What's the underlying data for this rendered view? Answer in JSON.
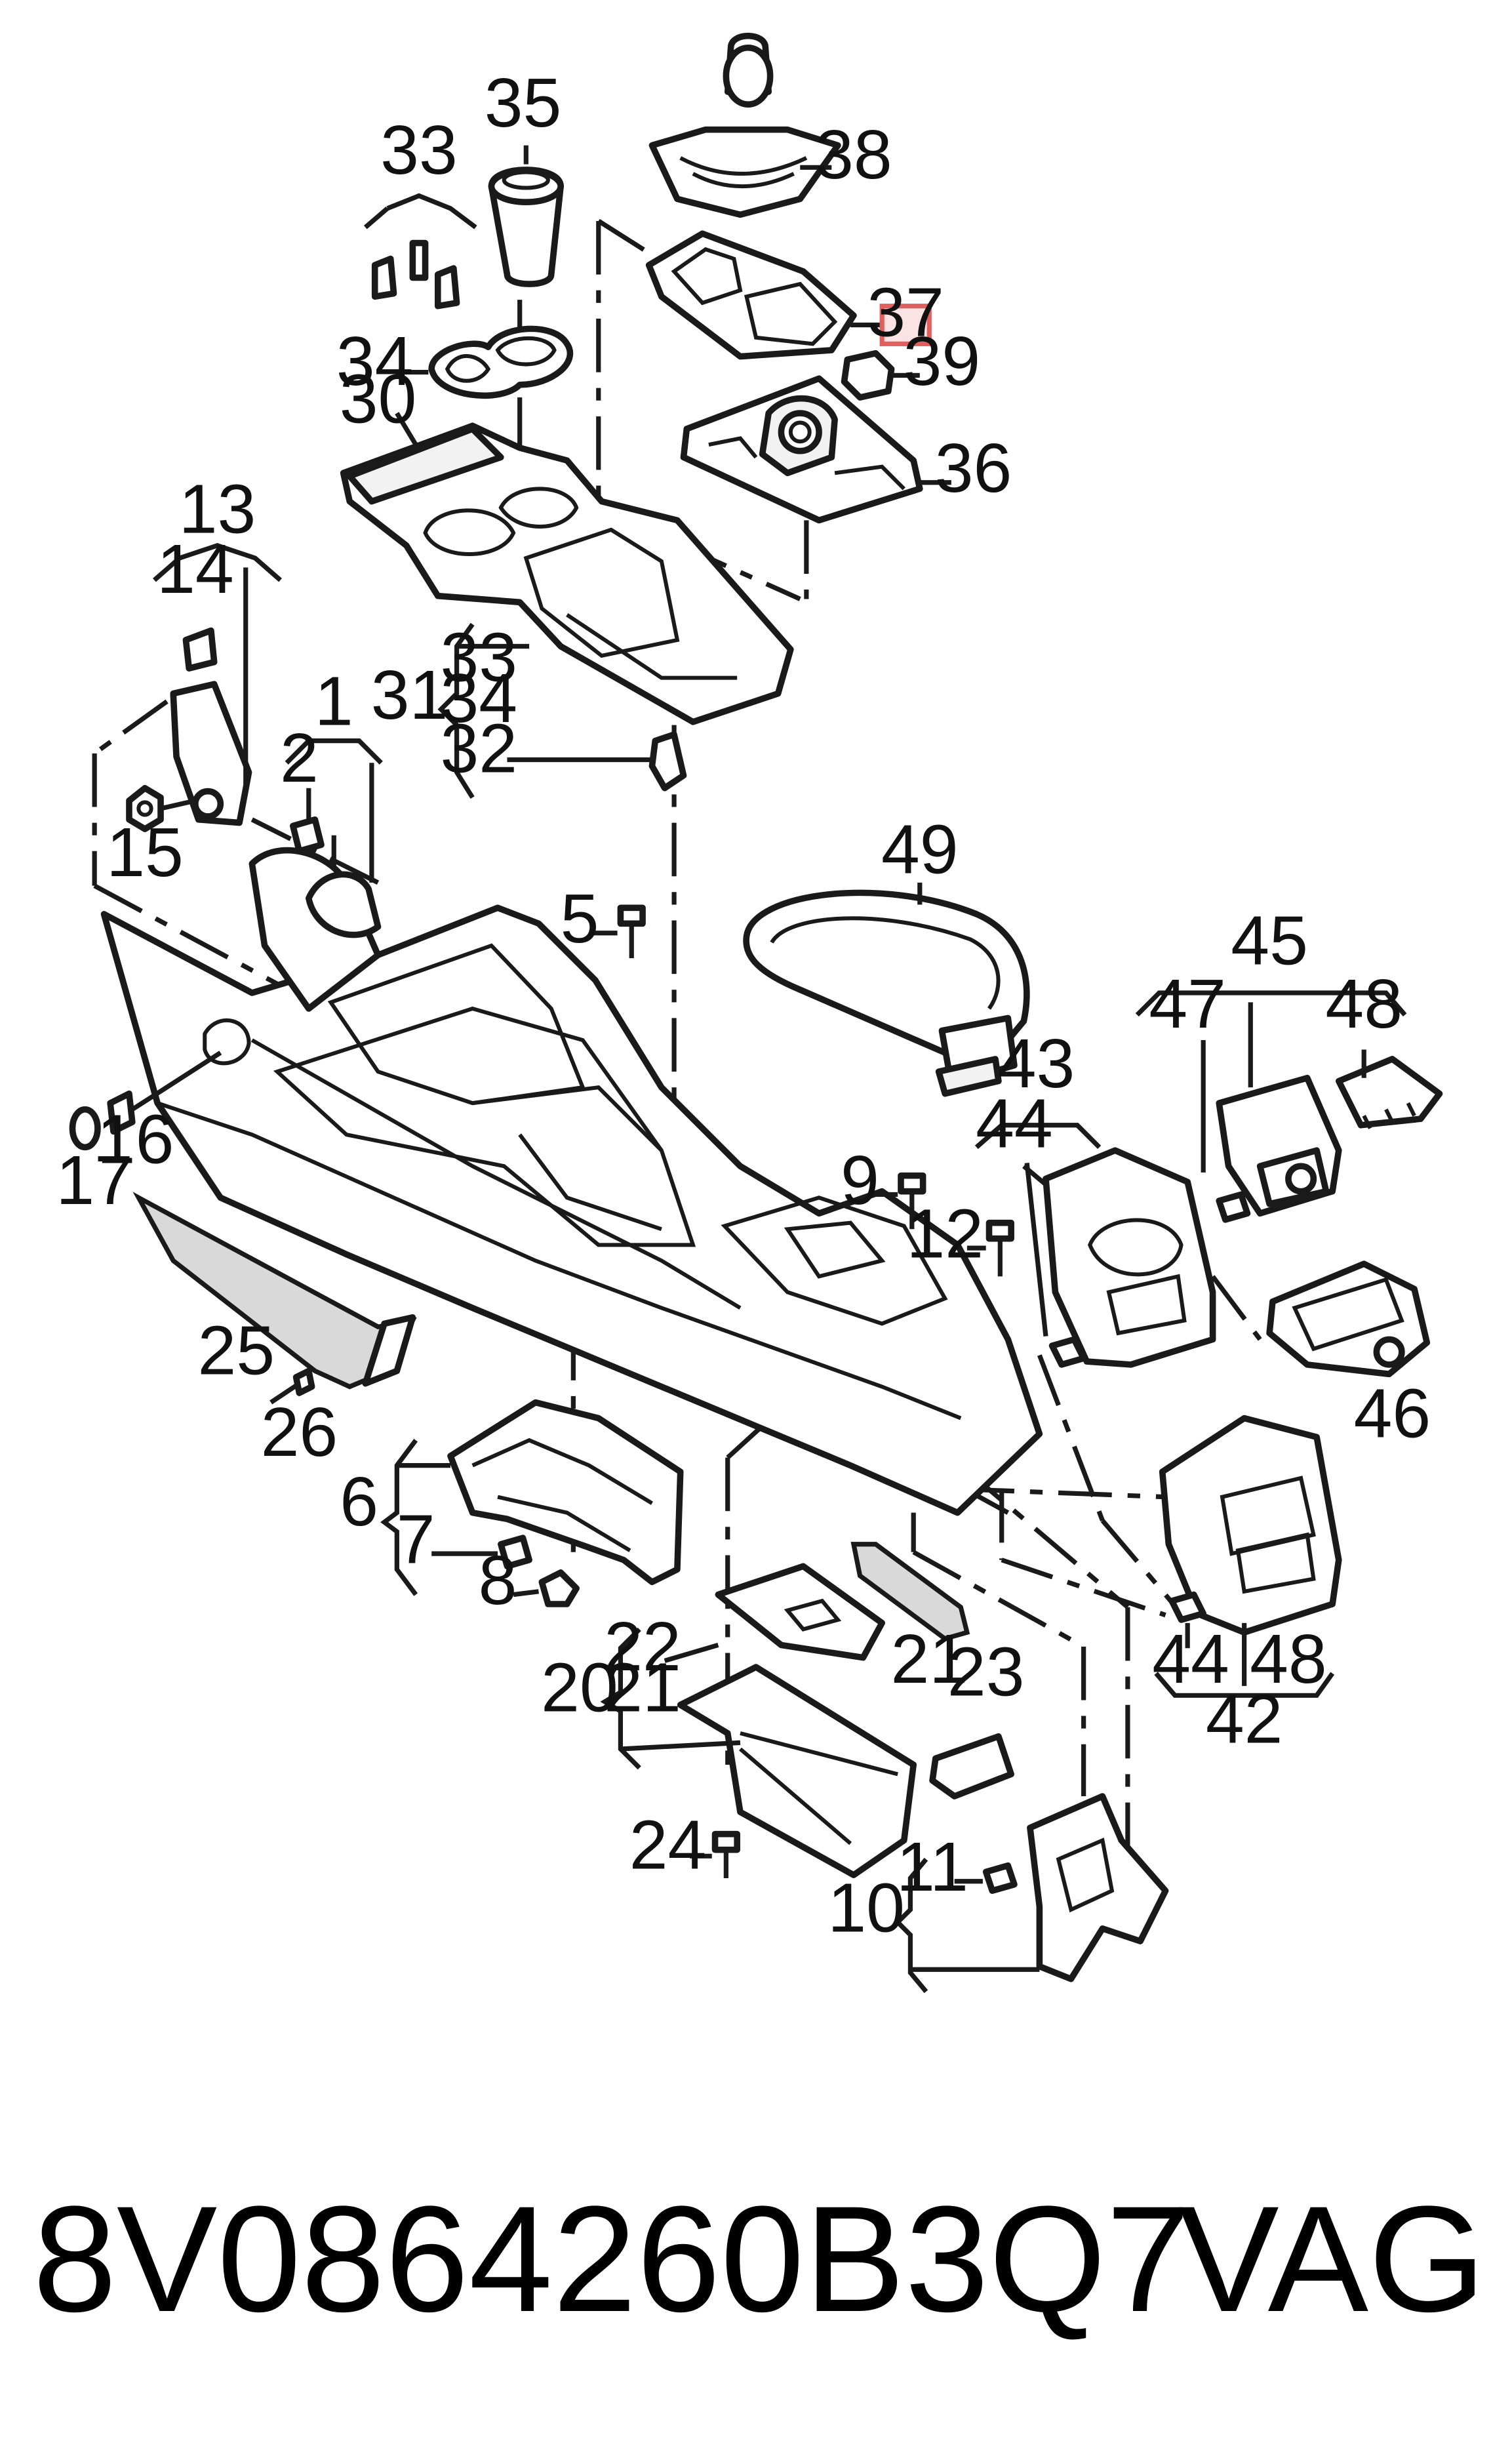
{
  "labels": {
    "l1": "1",
    "l2": "2",
    "l5": "5",
    "l6": "6",
    "l7": "7",
    "l8": "8",
    "l9": "9",
    "l10": "10",
    "l11": "11",
    "l12": "12",
    "l13": "13",
    "l14": "14",
    "l15": "15",
    "l16": "16",
    "l17": "17",
    "l20": "20",
    "l21a": "21",
    "l21b": "21",
    "l22": "22",
    "l23": "23",
    "l24": "24",
    "l25": "25",
    "l26": "26",
    "l30": "30",
    "l31": "31",
    "l32": "32",
    "l33a": "33",
    "l33b": "33",
    "l34a": "34",
    "l34b": "34",
    "l35": "35",
    "l36": "36",
    "l37": "37",
    "l38": "38",
    "l39": "39",
    "l42": "42",
    "l43": "43",
    "l44a": "44",
    "l44b": "44",
    "l45": "45",
    "l46": "46",
    "l47": "47",
    "l48a": "48",
    "l48b": "48",
    "l49": "49"
  },
  "highlighted_label": "37",
  "footer": {
    "part_number": "8V0864260B3Q7",
    "brand": "VAG"
  },
  "colors": {
    "line": "#1a1a1a",
    "highlight_fill": "#fbe3e3",
    "highlight_stroke": "#e06060"
  }
}
